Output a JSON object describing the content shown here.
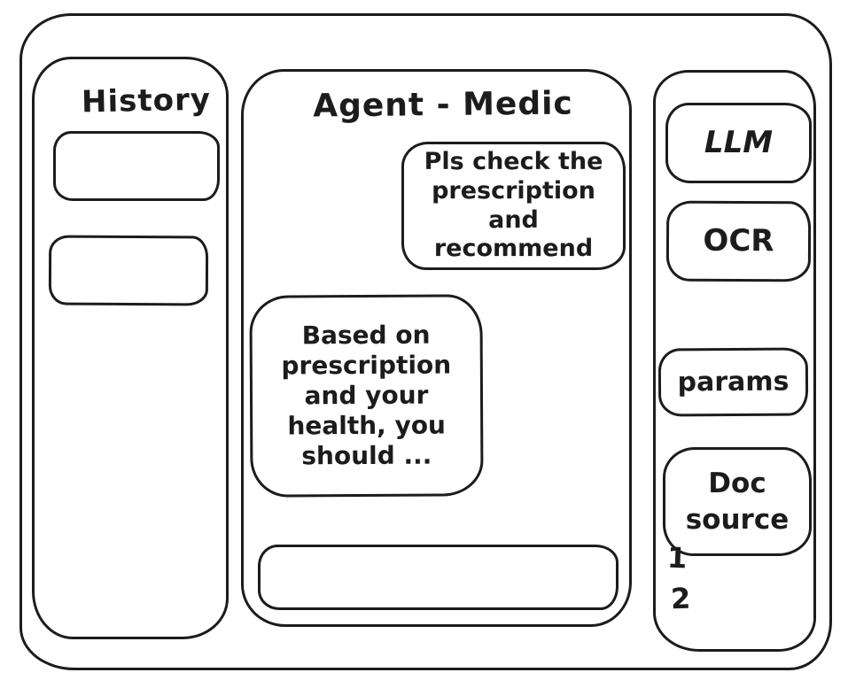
{
  "app": {
    "title": "Agent - Medic"
  },
  "history_panel": {
    "title": "History"
  },
  "chat": {
    "title": "Agent - Medic",
    "user_message": "Pls check the prescription and recommend",
    "agent_message": "Based on prescription and your health, you should ...",
    "input_value": ""
  },
  "tools_panel": {
    "llm_label": "LLM",
    "ocr_label": "OCR",
    "params_label": "params",
    "doc_source_label": "Doc source",
    "doc_list": [
      "1",
      "2"
    ]
  },
  "colors": {
    "stroke": "#1c1c1c",
    "background": "#ffffff"
  }
}
